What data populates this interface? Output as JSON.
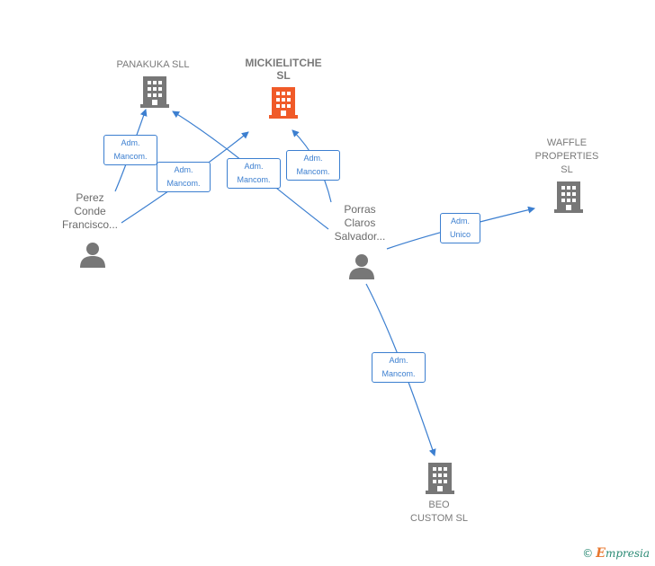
{
  "companies": {
    "panakuka": {
      "name": "PANAKUKA SLL"
    },
    "mickielitche": {
      "name_line1": "MICKIELITCHE",
      "name_line2": "SL"
    },
    "waffle": {
      "name_line1": "WAFFLE",
      "name_line2": "PROPERTIES",
      "name_line3": "SL"
    },
    "beo": {
      "name_line1": "BEO",
      "name_line2": "CUSTOM SL"
    }
  },
  "people": {
    "perez": {
      "line1": "Perez",
      "line2": "Conde",
      "line3": "Francisco..."
    },
    "porras": {
      "line1": "Porras",
      "line2": "Claros",
      "line3": "Salvador..."
    }
  },
  "edges": {
    "perez_panakuka": {
      "line1": "Adm.",
      "line2": "Mancom."
    },
    "perez_mickielitche": {
      "line1": "Adm.",
      "line2": "Mancom."
    },
    "porras_panakuka": {
      "line1": "Adm.",
      "line2": "Mancom."
    },
    "porras_mickielitche": {
      "line1": "Adm.",
      "line2": "Mancom."
    },
    "porras_waffle": {
      "line1": "Adm.",
      "line2": "Unico"
    },
    "porras_beo": {
      "line1": "Adm.",
      "line2": "Mancom."
    }
  },
  "footer": {
    "copyright_symbol": "©",
    "brand_initial": "E",
    "brand_rest": "mpresia"
  },
  "colors": {
    "edge": "#3c7fd0",
    "highlight_building": "#f05a28",
    "building": "#777777",
    "person": "#777777"
  }
}
